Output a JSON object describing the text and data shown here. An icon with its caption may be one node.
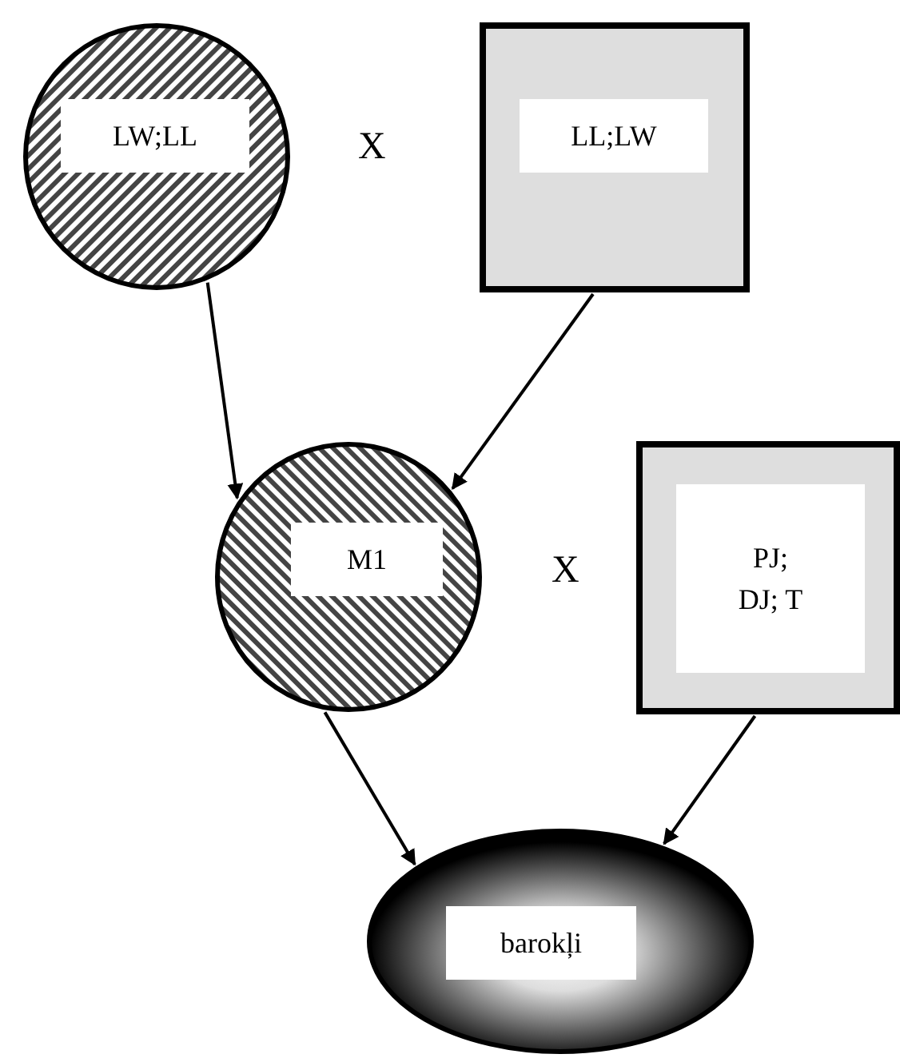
{
  "diagram": {
    "nodes": [
      {
        "text": [
          "LW;LL"
        ]
      },
      {
        "text": [
          "LL;LW"
        ]
      },
      {
        "text": [
          "M1"
        ]
      },
      {
        "text": [
          "PJ; DJ; T"
        ]
      },
      {
        "text": [
          "barokļi"
        ]
      }
    ],
    "edges": [
      {
        "from": 0,
        "to": 2,
        "arrow": "to"
      },
      {
        "from": 1,
        "to": 2,
        "arrow": "to"
      },
      {
        "from": 2,
        "to": 4,
        "arrow": "to"
      },
      {
        "from": 3,
        "to": 4,
        "arrow": "to"
      }
    ],
    "labels": [
      "X",
      "X"
    ]
  }
}
